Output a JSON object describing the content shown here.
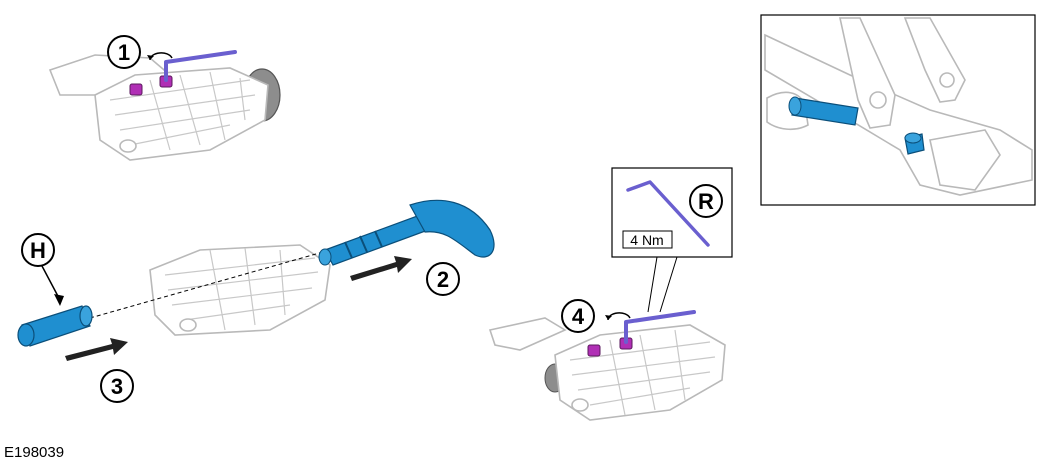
{
  "figure_code": "E198039",
  "callouts": {
    "step1": "1",
    "step2": "2",
    "step3": "3",
    "step4": "4",
    "part_h": "H",
    "part_r": "R"
  },
  "torque_value": "4 Nm",
  "colors": {
    "blue_part": "#1f8fd0",
    "bolt": "#b02fb5",
    "hex_key": "#6a5fcf",
    "arrow": "#222222"
  },
  "icons": [
    "hex-key-icon",
    "insert-bit-icon",
    "torx-driver-icon",
    "rotation-arrow-icon"
  ]
}
